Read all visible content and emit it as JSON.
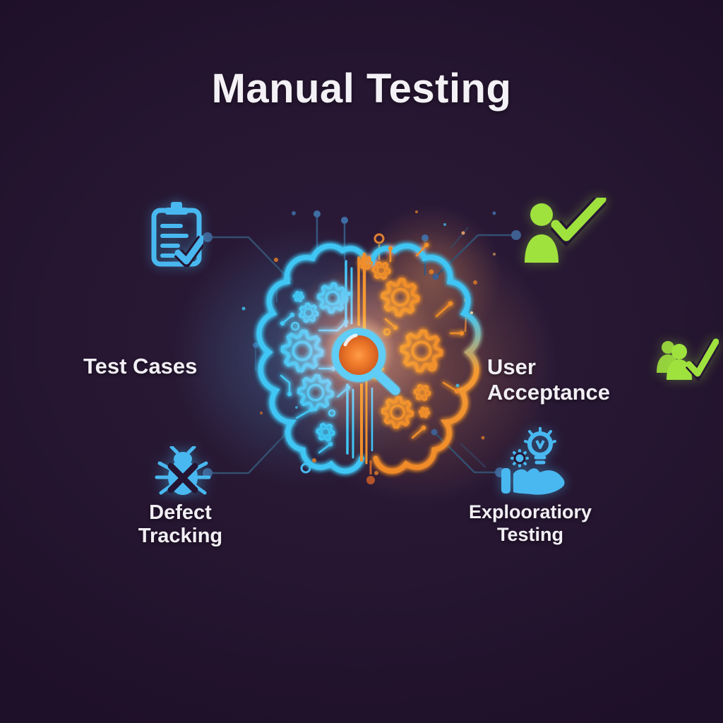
{
  "title": "Manual Testing",
  "nodes": [
    {
      "id": "test-cases",
      "label": "Test Cases",
      "icon": "clipboard-check-icon",
      "accent": "#49b8f0",
      "position": "left"
    },
    {
      "id": "user-acceptance",
      "label": "User Acceptance",
      "icon": "user-check-icon",
      "accent": "#9fe23e",
      "position": "right"
    },
    {
      "id": "defect-tracking",
      "label": "Defect Tracking",
      "icon": "bug-cross-icon",
      "accent": "#49b8f0",
      "position": "bottom-left"
    },
    {
      "id": "exploratory-testing",
      "label": "Explooratiory Testing",
      "icon": "hand-idea-icon",
      "accent": "#49b8f0",
      "position": "bottom-right"
    }
  ],
  "extra_icons": [
    {
      "id": "user-acceptance-mini",
      "icon": "users-check-icon",
      "accent": "#9fe23e"
    }
  ],
  "center_graphic": {
    "name": "brain-gears-magnifier",
    "left_half_color": "#3fc6f4",
    "right_half_color": "#f08e2c",
    "lens_color": "#ef7c2c"
  },
  "colors": {
    "background": "#261631",
    "cyan": "#3fc6f4",
    "orange": "#f08e2c",
    "orange_dim": "#d97a28",
    "green": "#9fe23e",
    "text": "#f2eff5",
    "connector_line": "#344f6f",
    "connector_node": "#3e5f90",
    "stem_dot": "#3f6ca3"
  }
}
